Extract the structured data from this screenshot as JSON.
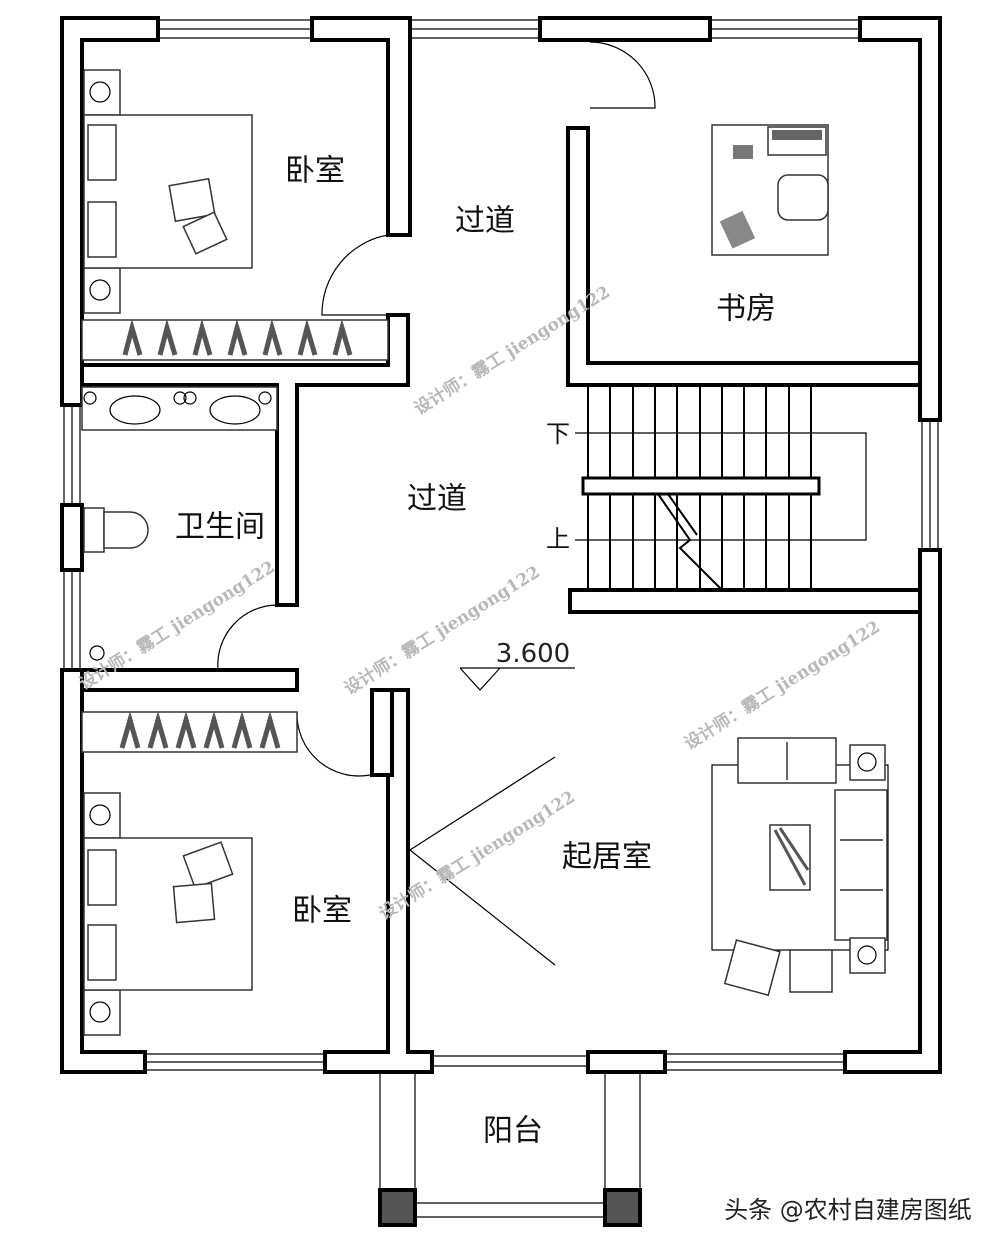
{
  "rooms": {
    "bedroom_top": "卧室",
    "corridor_top": "过道",
    "study": "书房",
    "bathroom": "卫生间",
    "corridor_mid": "过道",
    "living_room": "起居室",
    "bedroom_bottom": "卧室",
    "balcony": "阳台"
  },
  "stairs": {
    "down": "下",
    "up": "上"
  },
  "elevation": "3.600",
  "watermark": "设计师：霧工 jiengong122",
  "footer": "头条 @农村自建房图纸"
}
